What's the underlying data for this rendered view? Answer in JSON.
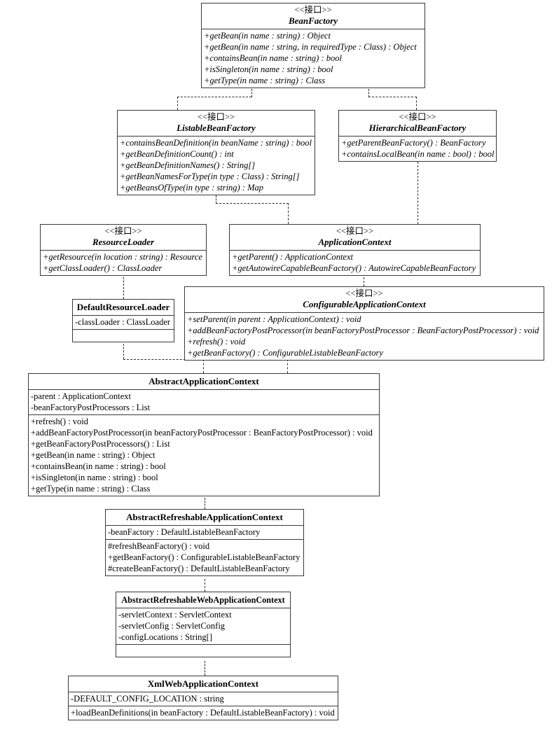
{
  "diagram": {
    "title": "Spring BeanFactory / ApplicationContext UML class diagram",
    "stereotype_interface": "<<接口>>",
    "colors": {
      "background": "#ffffff",
      "box_border": "#3a3a3a",
      "line": "#2b2b2b",
      "text": "#000000"
    }
  },
  "classes": {
    "bean_factory": {
      "stereotype": "<<接口>>",
      "name": "BeanFactory",
      "operations": [
        "+getBean(in name : string) : Object",
        "+getBean(in name : string, in requiredType : Class) : Object",
        "+containsBean(in name : string) : bool",
        "+isSingleton(in name : string) : bool",
        "+getType(in name : string) : Class"
      ]
    },
    "listable_bean_factory": {
      "stereotype": "<<接口>>",
      "name": "ListableBeanFactory",
      "operations": [
        "+containsBeanDefinition(in beanName : string) : bool",
        "+getBeanDefinitionCount() : int",
        "+getBeanDefinitionNames() : String[]",
        "+getBeanNamesForType(in type : Class) : String[]",
        "+getBeansOfType(in type : string) : Map"
      ]
    },
    "hierarchical_bean_factory": {
      "stereotype": "<<接口>>",
      "name": "HierarchicalBeanFactory",
      "operations": [
        "+getParentBeanFactory() : BeanFactory",
        "+containsLocalBean(in name : bool) : bool"
      ]
    },
    "resource_loader": {
      "stereotype": "<<接口>>",
      "name": "ResourceLoader",
      "operations": [
        "+getResource(in location : string) : Resource",
        "+getClassLoader() : ClassLoader"
      ]
    },
    "application_context": {
      "stereotype": "<<接口>>",
      "name": "ApplicationContext",
      "operations": [
        "+getParent() : ApplicationContext",
        "+getAutowireCapableBeanFactory() : AutowireCapableBeanFactory"
      ]
    },
    "configurable_application_context": {
      "stereotype": "<<接口>>",
      "name": "ConfigurableApplicationContext",
      "operations": [
        "+setParent(in parent : ApplicationContext) : void",
        "+addBeanFactoryPostProcessor(in beanFactoryPostProcessor : BeanFactoryPostProcessor) : void",
        "+refresh() : void",
        "+getBeanFactory() : ConfigurableListableBeanFactory"
      ]
    },
    "default_resource_loader": {
      "stereotype": "",
      "name": "DefaultResourceLoader",
      "attributes": [
        "-classLoader : ClassLoader"
      ],
      "operations": []
    },
    "abstract_application_context": {
      "stereotype": "",
      "name": "AbstractApplicationContext",
      "attributes": [
        "-parent : ApplicationContext",
        "-beanFactoryPostProcessors : List"
      ],
      "operations": [
        "+refresh() : void",
        "+addBeanFactoryPostProcessor(in beanFactoryPostProcessor : BeanFactoryPostProcessor) : void",
        "+getBeanFactoryPostProcessors() : List",
        "+getBean(in name : string) : Object",
        "+containsBean(in name : string) : bool",
        "+isSingleton(in name : string) : bool",
        "+getType(in name : string) : Class"
      ]
    },
    "abstract_refreshable_application_context": {
      "stereotype": "",
      "name": "AbstractRefreshableApplicationContext",
      "attributes": [
        "-beanFactory : DefaultListableBeanFactory"
      ],
      "operations": [
        "#refreshBeanFactory() : void",
        "+getBeanFactory() : ConfigurableListableBeanFactory",
        "#createBeanFactory() : DefaultListableBeanFactory"
      ]
    },
    "abstract_refreshable_web_application_context": {
      "stereotype": "",
      "name": "AbstractRefreshableWebApplicationContext",
      "attributes": [
        "-servletContext : ServletContext",
        "-servletConfig : ServletConfig",
        "-configLocations : String[]"
      ],
      "operations": []
    },
    "xml_web_application_context": {
      "stereotype": "",
      "name": "XmlWebApplicationContext",
      "attributes": [
        "-DEFAULT_CONFIG_LOCATION : string"
      ],
      "operations": [
        "+loadBeanDefinitions(in beanFactory : DefaultListableBeanFactory) : void"
      ]
    }
  },
  "relationships": [
    {
      "from": "ListableBeanFactory",
      "to": "BeanFactory",
      "type": "realization"
    },
    {
      "from": "HierarchicalBeanFactory",
      "to": "BeanFactory",
      "type": "realization"
    },
    {
      "from": "ApplicationContext",
      "to": "ListableBeanFactory",
      "type": "realization"
    },
    {
      "from": "ApplicationContext",
      "to": "HierarchicalBeanFactory",
      "type": "realization"
    },
    {
      "from": "DefaultResourceLoader",
      "to": "ResourceLoader",
      "type": "realization"
    },
    {
      "from": "ConfigurableApplicationContext",
      "to": "ApplicationContext",
      "type": "realization"
    },
    {
      "from": "AbstractApplicationContext",
      "to": "DefaultResourceLoader",
      "type": "generalization"
    },
    {
      "from": "AbstractApplicationContext",
      "to": "ConfigurableApplicationContext",
      "type": "realization"
    },
    {
      "from": "AbstractRefreshableApplicationContext",
      "to": "AbstractApplicationContext",
      "type": "generalization"
    },
    {
      "from": "AbstractRefreshableWebApplicationContext",
      "to": "AbstractRefreshableApplicationContext",
      "type": "generalization"
    },
    {
      "from": "XmlWebApplicationContext",
      "to": "AbstractRefreshableWebApplicationContext",
      "type": "generalization"
    }
  ]
}
